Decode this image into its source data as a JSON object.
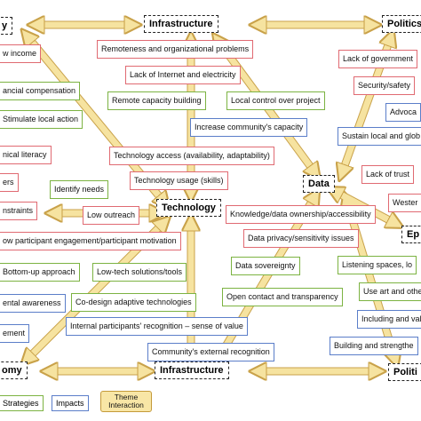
{
  "themes": {
    "top_left": "y",
    "top_mid": "Infrastructure",
    "top_right": "Politics",
    "center": "Technology",
    "data": "Data",
    "right_mid": "Ep",
    "bottom_left": "omy",
    "bottom_mid": "Infrastructure",
    "bottom_right": "Politi"
  },
  "boxes": {
    "low_income": "w income",
    "financial_comp": "ancial compensation",
    "stimulate_local": "Stimulate local action",
    "technical_literacy": "nical literacy",
    "ers": "ers",
    "identify_needs": "Identify needs",
    "constraints": "nstraints",
    "low_outreach": "Low outreach",
    "low_participant": "ow participant engagement/participant motivation",
    "bottom_up": "Bottom-up approach",
    "low_tech": "Low-tech solutions/tools",
    "ental_awareness": "ental awareness",
    "co_design": "Co-design adaptive technologies",
    "ement": "ement",
    "internal_recog": "Internal participants' recognition – sense of value",
    "remoteness": "Remoteness and organizational problems",
    "lack_internet": "Lack of Internet and electricity",
    "remote_capacity": "Remote capacity building",
    "local_control": "Local control over project",
    "increase_capacity": "Increase community's capacity",
    "tech_access": "Technology access (availability, adaptability)",
    "tech_usage": "Technology usage (skills)",
    "knowledge_ownership": "Knowledge/data ownership/accessibility",
    "data_privacy": "Data privacy/sensitivity issues",
    "data_sovereignty": "Data sovereignty",
    "open_contact": "Open contact and transparency",
    "external_recog": "Community's external recognition",
    "lack_government": "Lack of government",
    "security_safety": "Security/safety",
    "advoca": "Advoca",
    "sustain_local": "Sustain local and glob",
    "lack_trust": "Lack of trust",
    "western": "Wester",
    "listening_spaces": "Listening spaces, lo",
    "use_art": "Use art and othe",
    "including_value": "Including and valu",
    "building_strengthen": "Building and strengthe"
  },
  "legend": {
    "strategies": "Strategies",
    "impacts": "Impacts",
    "theme_interaction": "Theme Interaction"
  },
  "colors": {
    "challenge_border": "#e06a72",
    "strategy_border": "#7cb342",
    "impact_border": "#5b7ec9",
    "arrow_fill": "#f6e3a0",
    "arrow_stroke": "#c9a24a"
  }
}
